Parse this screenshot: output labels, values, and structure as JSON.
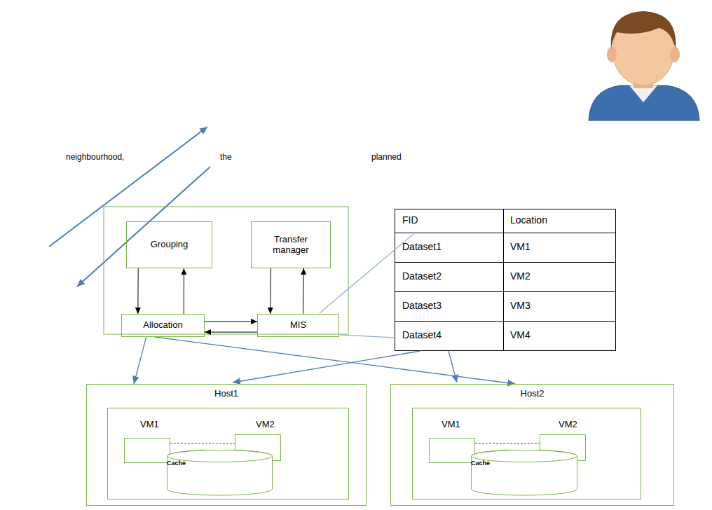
{
  "diagram": {
    "nodes": [
      {
        "text": [
          "Grouping"
        ]
      },
      {
        "text": [
          "Transfer manager"
        ]
      },
      {
        "text": [
          "Allocation"
        ]
      },
      {
        "text": [
          "MIS"
        ]
      },
      {
        "text": [
          "Host1"
        ]
      },
      {
        "text": [
          "VM1",
          "VM2"
        ],
        "in": 4
      },
      {
        "text": [
          "Cache"
        ],
        "in": 5
      },
      {
        "text": [
          "Host2"
        ]
      },
      {
        "text": [
          "VM1",
          "VM2"
        ],
        "in": 7
      },
      {
        "text": [
          "Cache"
        ],
        "in": 8
      }
    ],
    "edges": [
      {
        "from": 0,
        "to": 2,
        "arrow": "to"
      },
      {
        "from": 2,
        "to": 0,
        "arrow": "to"
      },
      {
        "from": 1,
        "to": 3,
        "arrow": "to"
      },
      {
        "from": 3,
        "to": 1,
        "arrow": "to"
      },
      {
        "from": 2,
        "to": 3,
        "arrow": "to"
      },
      {
        "from": 3,
        "to": 2,
        "arrow": "to"
      },
      {
        "from": 2,
        "to": 4,
        "arrow": "to"
      },
      {
        "from": 2,
        "to": 7,
        "arrow": "to"
      }
    ],
    "labels": [
      "neighbourhood,",
      "the",
      "planned",
      "FID",
      "Location",
      "Dataset1",
      "VM1",
      "Dataset2",
      "VM2",
      "Dataset3",
      "VM3",
      "Dataset4",
      "VM4"
    ]
  }
}
